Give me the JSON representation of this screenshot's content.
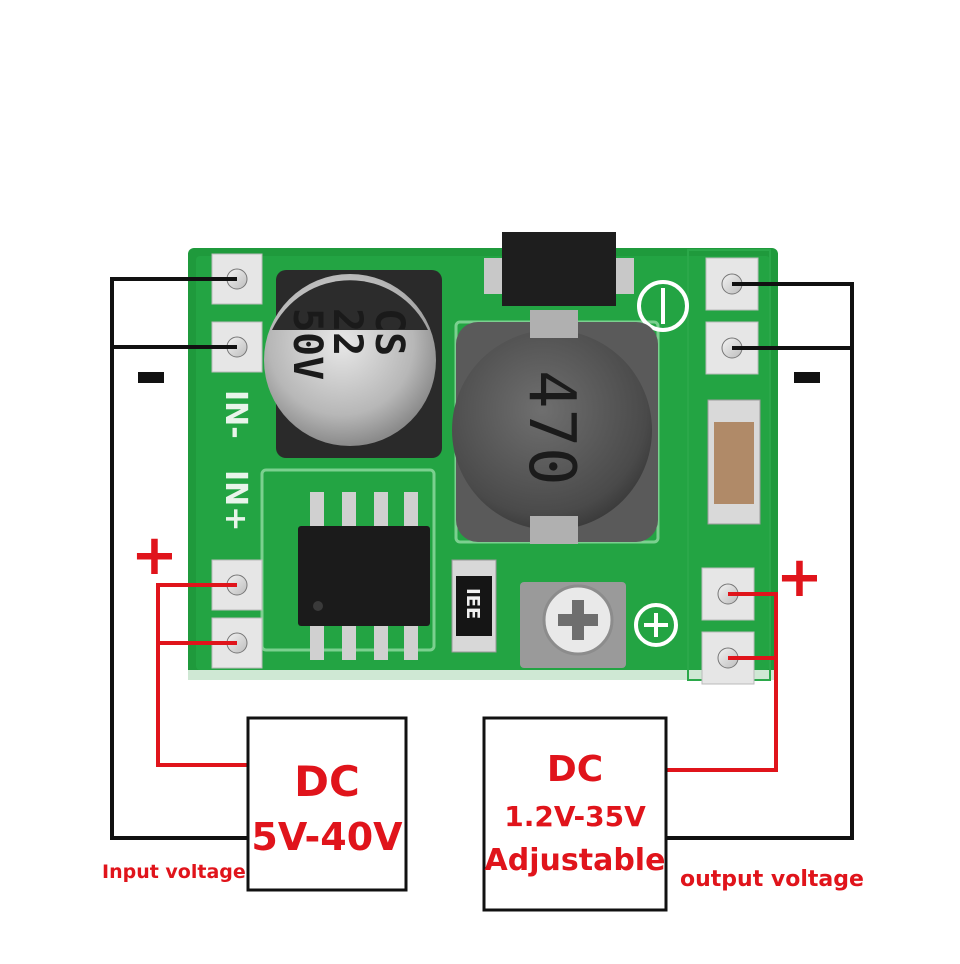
{
  "pcb": {
    "capacitor_marking": [
      "CS",
      "22",
      "50V"
    ],
    "inductor_marking": "470",
    "resistor_marking": "IEE",
    "silkscreen_in_minus": "IN-",
    "silkscreen_in_plus": "IN+",
    "output_minus_symbol": "⊖",
    "output_plus_symbol": "⊕"
  },
  "input": {
    "minus_sign": "-",
    "plus_sign": "+",
    "box_line1": "DC",
    "box_line2": "5V-40V",
    "caption": "Input voltage"
  },
  "output": {
    "minus_sign": "-",
    "plus_sign": "+",
    "box_line1": "DC",
    "box_line2": "1.2V-35V",
    "box_line3": "Adjustable",
    "caption": "output voltage"
  },
  "colors": {
    "pcb_green": "#1f9a3c",
    "wire_red": "#e0141b",
    "wire_black": "#111111",
    "text_red": "#e0141b"
  }
}
